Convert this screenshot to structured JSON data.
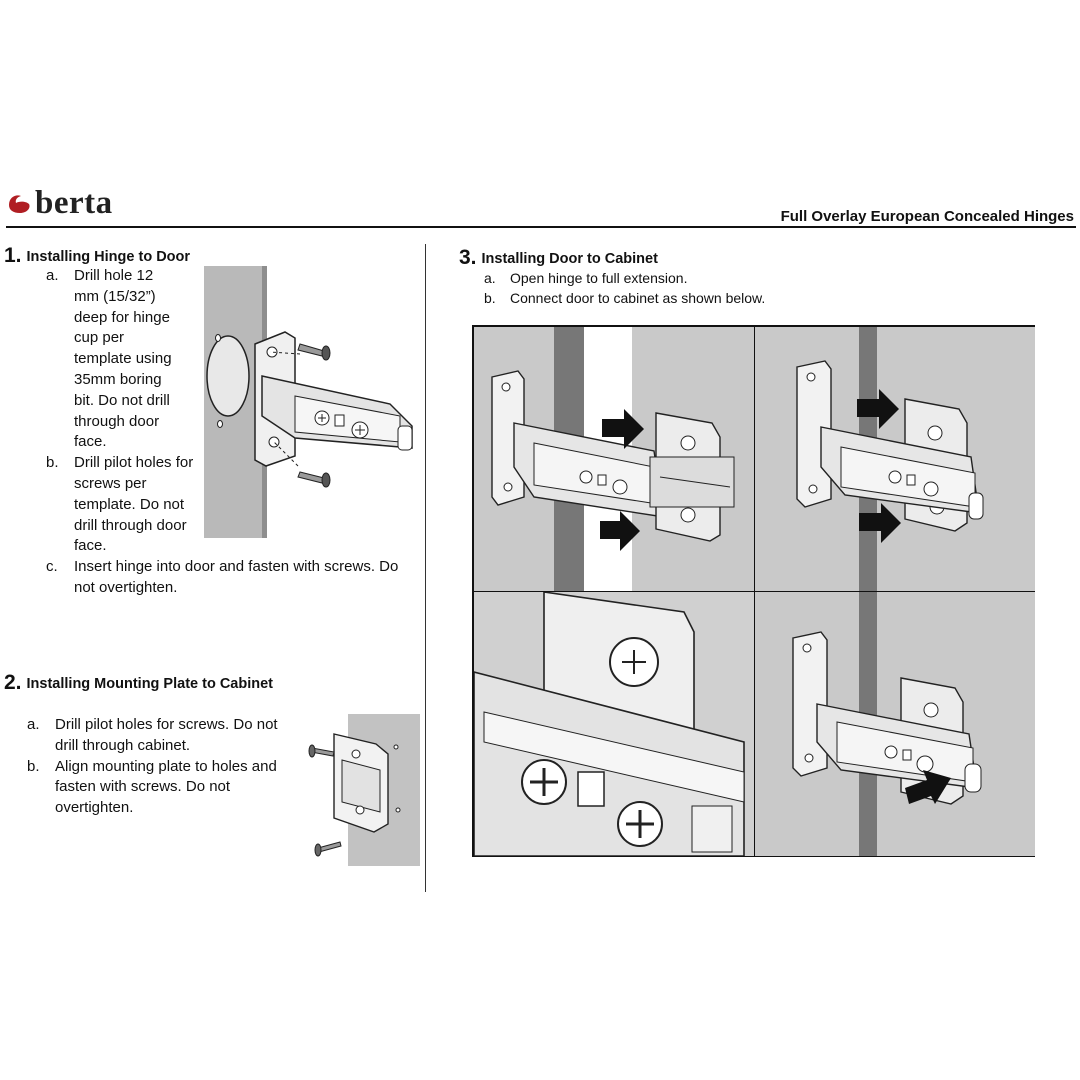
{
  "header": {
    "brand": "berta",
    "doc_title": "Full Overlay European Concealed Hinges"
  },
  "section1": {
    "number": "1.",
    "title": "Installing Hinge to Door",
    "steps": [
      {
        "marker": "a.",
        "text": "Drill hole 12 mm (15/32”) deep for hinge cup per template using 35mm boring bit. Do not drill through door face."
      },
      {
        "marker": "b.",
        "text": "Drill pilot holes for screws per template. Do not drill through door face."
      },
      {
        "marker": "c.",
        "text": "Insert hinge into door and fasten with screws. Do not overtighten."
      }
    ]
  },
  "section2": {
    "number": "2.",
    "title": "Installing Mounting Plate to Cabinet",
    "steps": [
      {
        "marker": "a.",
        "text": "Drill pilot holes for screws. Do not drill through cabinet."
      },
      {
        "marker": "b.",
        "text": "Align mounting plate to holes and fasten with screws. Do not overtighten."
      }
    ]
  },
  "section3": {
    "number": "3.",
    "title": "Installing Door to Cabinet",
    "steps": [
      {
        "marker": "a.",
        "text": "Open hinge to full extension."
      },
      {
        "marker": "b.",
        "text": "Connect door to cabinet as shown below."
      }
    ]
  },
  "colors": {
    "wall_gray": "#c9c9c9",
    "panel_gray": "#d4d4d4",
    "dark_strip": "#7a7a7a",
    "ink": "#111111",
    "logo_red": "#b01e23"
  },
  "icons": {
    "logo_mark": "red-swoosh-icon",
    "arrow": "right-arrow-icon",
    "screw": "screw-icon"
  }
}
